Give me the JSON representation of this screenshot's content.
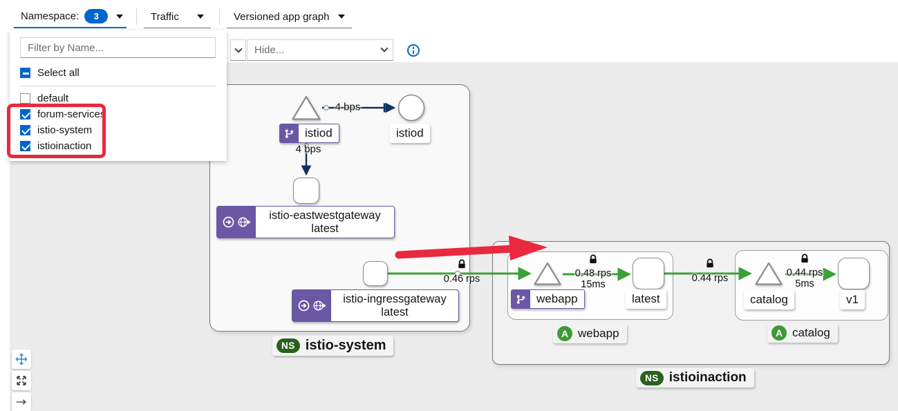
{
  "toolbar": {
    "namespace_label": "Namespace:",
    "namespace_count": "3",
    "traffic_label": "Traffic",
    "graph_type_label": "Versioned app graph",
    "hide_placeholder": "Hide..."
  },
  "namespace_dropdown": {
    "filter_placeholder": "Filter by Name...",
    "select_all_label": "Select all",
    "items": [
      {
        "label": "default",
        "checked": false
      },
      {
        "label": "forum-services",
        "checked": true
      },
      {
        "label": "istio-system",
        "checked": true
      },
      {
        "label": "istioinaction",
        "checked": true
      }
    ]
  },
  "graph": {
    "ns_badge": "NS",
    "app_badge": "A",
    "istio_system": {
      "namespace_label": "istio-system",
      "istiod_app": "istiod",
      "istiod_service": "istiod",
      "eastwestgateway": {
        "line1": "istio-eastwestgateway",
        "line2": "latest"
      },
      "ingressgateway": {
        "line1": "istio-ingressgateway",
        "line2": "latest"
      }
    },
    "istioinaction": {
      "namespace_label": "istioinaction",
      "webapp_version": "webapp",
      "webapp_workload": "latest",
      "webapp_app": "webapp",
      "catalog_version": "catalog",
      "catalog_workload": "v1",
      "catalog_app": "catalog"
    },
    "edges": {
      "istiod_to_service": "4 bps",
      "istiod_to_eastwestgateway": "4 bps",
      "ingressgateway_to_webapp": "0.46 rps",
      "webapp_to_latest_rps": "0.48 rps",
      "webapp_to_latest_latency": "15ms",
      "latest_to_catalog_rps": "0.44 rps",
      "catalog_to_v1_rps": "0.44 rps",
      "catalog_to_v1_latency": "5ms"
    }
  },
  "colors": {
    "accent_blue": "#0066cc",
    "edge_green": "#39a037",
    "edge_navy": "#0f3064",
    "annotation_red": "#ea2840",
    "badge_purple": "#6a58a5",
    "ns_green": "#2a601e",
    "app_green": "#3f9b35"
  }
}
